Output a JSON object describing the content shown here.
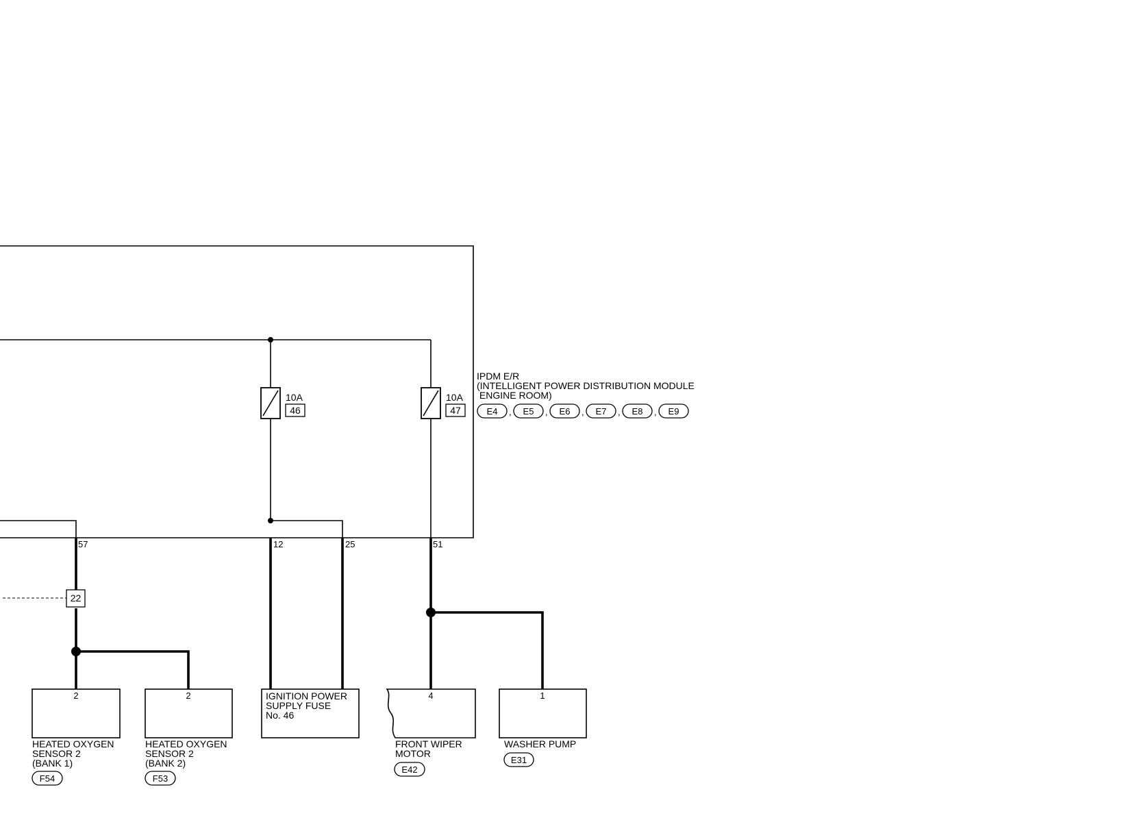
{
  "ipdm": {
    "title": "IPDM E/R",
    "subtitle_1": "(INTELLIGENT POWER DISTRIBUTION MODULE",
    "subtitle_2": " ENGINE ROOM)",
    "connectors": [
      "E4",
      "E5",
      "E6",
      "E7",
      "E8",
      "E9"
    ]
  },
  "fuses": [
    {
      "rating": "10A",
      "number": "46"
    },
    {
      "rating": "10A",
      "number": "47"
    }
  ],
  "terminals": {
    "t57": "57",
    "t12": "12",
    "t25": "25",
    "t51": "51"
  },
  "joint_connector": "22",
  "components": {
    "hos2_bank1": {
      "pin": "2",
      "line1": "HEATED OXYGEN",
      "line2": "SENSOR 2",
      "line3": "(BANK 1)",
      "connector": "F54"
    },
    "hos2_bank2": {
      "pin": "2",
      "line1": "HEATED OXYGEN",
      "line2": "SENSOR 2",
      "line3": "(BANK 2)",
      "connector": "F53"
    },
    "ign_fuse": {
      "line1": "IGNITION POWER",
      "line2": "SUPPLY FUSE",
      "line3": "No. 46"
    },
    "wiper": {
      "pin": "4",
      "line1": "FRONT WIPER",
      "line2": "MOTOR",
      "connector": "E42"
    },
    "washer": {
      "pin": "1",
      "line1": "WASHER PUMP",
      "connector": "E31"
    }
  }
}
